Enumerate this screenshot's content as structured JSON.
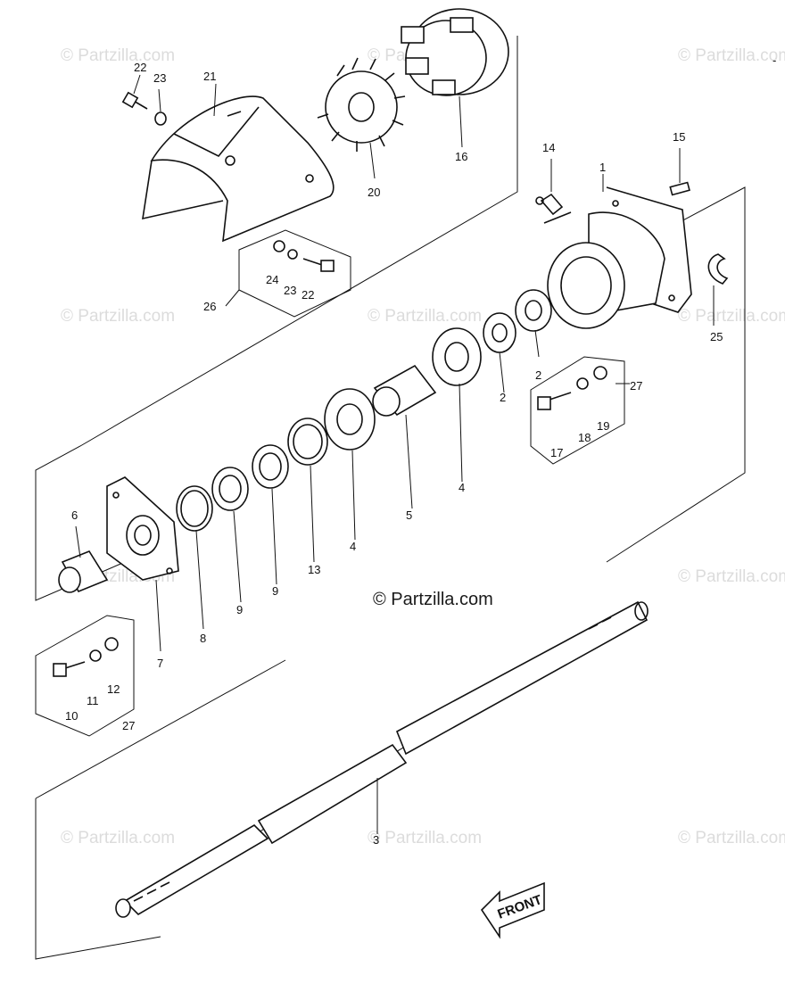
{
  "watermark": "© Partzilla.com",
  "credit": "© Partzilla.com",
  "front_label": "FRONT",
  "corner_mark": "-",
  "callouts": {
    "c1": "1",
    "c2a": "2",
    "c2b": "2",
    "c3": "3",
    "c4a": "4",
    "c4b": "4",
    "c5": "5",
    "c6": "6",
    "c7": "7",
    "c8": "8",
    "c9a": "9",
    "c9b": "9",
    "c10": "10",
    "c11": "11",
    "c12": "12",
    "c13": "13",
    "c14": "14",
    "c15": "15",
    "c16": "16",
    "c17": "17",
    "c18": "18",
    "c19": "19",
    "c20": "20",
    "c21": "21",
    "c22a": "22",
    "c22b": "22",
    "c23a": "23",
    "c23b": "23",
    "c24": "24",
    "c25": "25",
    "c26": "26",
    "c27a": "27",
    "c27b": "27"
  }
}
